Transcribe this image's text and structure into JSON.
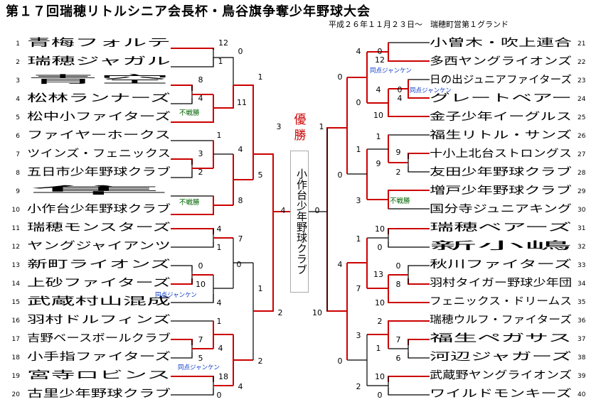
{
  "title": "第１７回瑞穂リトルシニア会長杯・鳥谷旗争奪少年野球大会",
  "subtitle": "平成２６年１１月２３日～　瑞穂町営第１グランド",
  "champion_label": "優勝",
  "champion": "小作台少年野球クラブ",
  "notes": {
    "bye": "不戦勝",
    "rps": "同点ジャンケン"
  },
  "left_teams": [
    {
      "seed": "1",
      "name": "青梅フォルテ"
    },
    {
      "seed": "2",
      "name": "瑞穂ジャガル"
    },
    {
      "seed": "3",
      "name": "青空"
    },
    {
      "seed": "4",
      "name": "松林ランナーズ"
    },
    {
      "seed": "5",
      "name": "松中小ファイターズ"
    },
    {
      "seed": "6",
      "name": "ファイヤーホークス"
    },
    {
      "seed": "7",
      "name": "ツインズ・フェニックス"
    },
    {
      "seed": "8",
      "name": "五日市少年野球クラブ"
    },
    {
      "seed": "9",
      "name": "隼"
    },
    {
      "seed": "10",
      "name": "小作台少年野球クラブ"
    },
    {
      "seed": "11",
      "name": "瑞穂モンスターズ"
    },
    {
      "seed": "12",
      "name": "ヤングジャイアンツ"
    },
    {
      "seed": "13",
      "name": "新町ライオンズ"
    },
    {
      "seed": "14",
      "name": "上砂ファイターズ"
    },
    {
      "seed": "15",
      "name": "武蔵村山混成"
    },
    {
      "seed": "16",
      "name": "羽村ドルフィンズ"
    },
    {
      "seed": "17",
      "name": "吉野ベースボールクラブ"
    },
    {
      "seed": "18",
      "name": "小手指ファイターズ"
    },
    {
      "seed": "19",
      "name": "宮寺ロビンス"
    },
    {
      "seed": "20",
      "name": "古里少年野球クラブ"
    }
  ],
  "right_teams": [
    {
      "seed": "21",
      "name": "小曽木・吹上連合"
    },
    {
      "seed": "22",
      "name": "多西ヤングライオンズ"
    },
    {
      "seed": "23",
      "name": "日の出ジュニアファイターズ"
    },
    {
      "seed": "24",
      "name": "グレートベアー"
    },
    {
      "seed": "25",
      "name": "金子少年イーグルス"
    },
    {
      "seed": "26",
      "name": "福生リトル・サンズ"
    },
    {
      "seed": "27",
      "name": "十小上北台ストロングス"
    },
    {
      "seed": "28",
      "name": "友田少年野球クラブ"
    },
    {
      "seed": "29",
      "name": "増戸少年野球クラブ"
    },
    {
      "seed": "30",
      "name": "国分寺ジュニアキング"
    },
    {
      "seed": "31",
      "name": "瑞穂ベアーズ"
    },
    {
      "seed": "32",
      "name": "新小嶋"
    },
    {
      "seed": "33",
      "name": "秋川ファイターズ"
    },
    {
      "seed": "34",
      "name": "羽村タイガー野球少年団"
    },
    {
      "seed": "35",
      "name": "フェニックス・ドリームス"
    },
    {
      "seed": "36",
      "name": "瑞穂ウルフ・ファイターズ"
    },
    {
      "seed": "37",
      "name": "福生ペガサス"
    },
    {
      "seed": "38",
      "name": "河辺ジャガーズ"
    },
    {
      "seed": "39",
      "name": "武蔵野ヤングライオンズ"
    },
    {
      "seed": "40",
      "name": "ワイルドモンキーズ"
    }
  ],
  "scores": {
    "s1": "12",
    "s2": "1",
    "s3": "8",
    "s4": "4",
    "s6": "1",
    "s7": "3",
    "s8": "2",
    "s11": "4",
    "s12": "1",
    "s13": "0",
    "s14": "10",
    "s15": "4",
    "s16": "1",
    "s17": "7",
    "s18": "5",
    "s19": "18",
    "s20": "0",
    "m3_5": "11",
    "m6_8": "4",
    "m9_10": "8",
    "m11_12": "7",
    "m13_15": "0",
    "m16_18": "4",
    "m19_20": "4",
    "m6_10": "5",
    "m11_15": "1",
    "m16_20": "2",
    "q1": "0",
    "q2": "3",
    "q3": "1",
    "q4": "2",
    "left_final": "4",
    "center_left": "0",
    "r21": "0",
    "r22": "12",
    "r23": "0",
    "r24": "4",
    "r26": "1",
    "r27": "9",
    "r28": "2",
    "r31": "10",
    "r32": "0",
    "r33": "0",
    "r34": "8",
    "r36": "2",
    "r37": "7",
    "r38": "6",
    "r39": "10",
    "r40": "0",
    "rm23_25": "4",
    "rm25": "10",
    "rm26_28": "9",
    "rm33_35": "13",
    "rm35": "10",
    "rm36_38": "1",
    "rq21_22": "4",
    "rq23_25": "0",
    "rq26_30": "1",
    "rq29_30": "3",
    "rq31_32": "1",
    "rq33_35": "7",
    "rq36_38": "3",
    "rq39_40": "2",
    "rs1": "0",
    "rs2": "0",
    "rs3": "4",
    "rs4": "0",
    "right_final": "1",
    "right_final2": "10"
  }
}
